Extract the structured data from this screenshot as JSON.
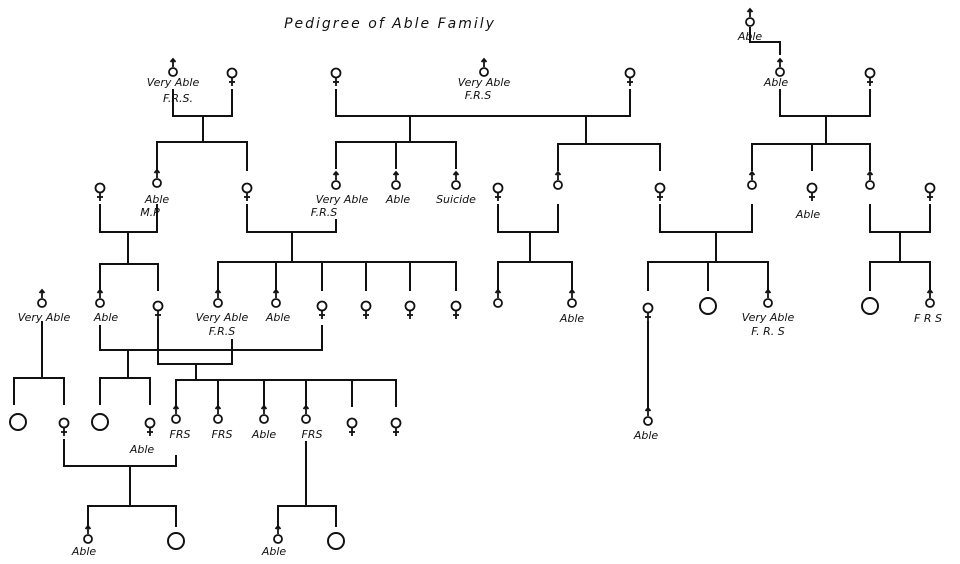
{
  "title": "Pedigree of Able Family",
  "label_very_able": "Very Able",
  "label_able": "Able",
  "label_frs_1": "F.R.S.",
  "label_frs_2": "F.R.S",
  "label_frs_3": "FRS",
  "label_frs_4": "F R S",
  "label_frs_5": "F. R. S",
  "label_mp": "M.P",
  "label_suicide": "Suicide",
  "colors": {
    "ink": "#111111",
    "background": "#ffffff"
  },
  "legend": {
    "male_symbol": "male-icon",
    "female_symbol": "female-icon",
    "unknown_symbol": "unknown-sex-icon"
  }
}
